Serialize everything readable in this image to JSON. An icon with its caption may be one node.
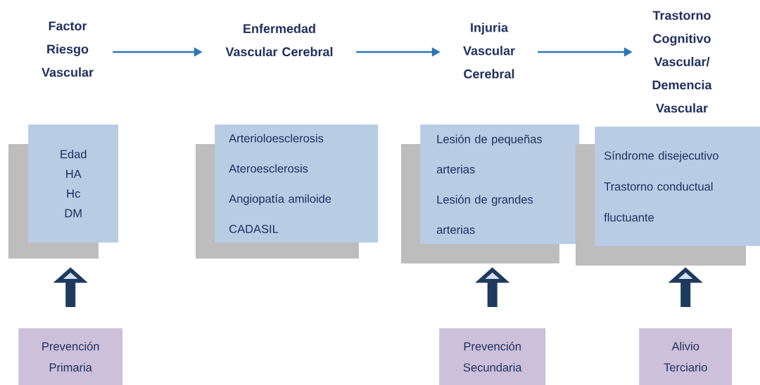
{
  "diagram": {
    "nodes": [
      {
        "text": [
          "Factor Riesgo Vascular"
        ]
      },
      {
        "text": [
          "Enfermedad Vascular Cerebral"
        ]
      },
      {
        "text": [
          "Injuria Vascular Cerebral"
        ]
      },
      {
        "text": [
          "Trastorno Cognitivo Vascular/ Demencia Vascular"
        ]
      },
      {
        "text": [
          "Edad",
          "HA",
          "Hc",
          "DM"
        ]
      },
      {
        "text": [
          "Arterioloesclerosis",
          "Ateroesclerosis",
          "Angiopatía amiloide",
          "CADASIL"
        ]
      },
      {
        "text": [
          "Lesión de pequeñas arterias",
          "Lesión de grandes arterias"
        ]
      },
      {
        "text": [
          "Síndrome disejecutivo",
          "Trastorno conductual fluctuante"
        ]
      },
      {
        "text": [
          "Prevención Primaria"
        ]
      },
      {
        "text": [
          "Prevención Secundaria"
        ]
      },
      {
        "text": [
          "Alivio Terciario"
        ]
      }
    ],
    "edges": [
      {
        "from": 0,
        "to": 1,
        "arrow": "to",
        "color": "#2e75b6"
      },
      {
        "from": 1,
        "to": 2,
        "arrow": "to",
        "color": "#2e75b6"
      },
      {
        "from": 2,
        "to": 3,
        "arrow": "to",
        "color": "#2e75b6"
      },
      {
        "from": 8,
        "to": 4,
        "arrow": "to",
        "style": "thick",
        "color": "#1f3a5f"
      },
      {
        "from": 9,
        "to": 6,
        "arrow": "to",
        "style": "thick",
        "color": "#1f3a5f"
      },
      {
        "from": 10,
        "to": 7,
        "arrow": "to",
        "style": "thick",
        "color": "#1f3a5f"
      }
    ]
  }
}
